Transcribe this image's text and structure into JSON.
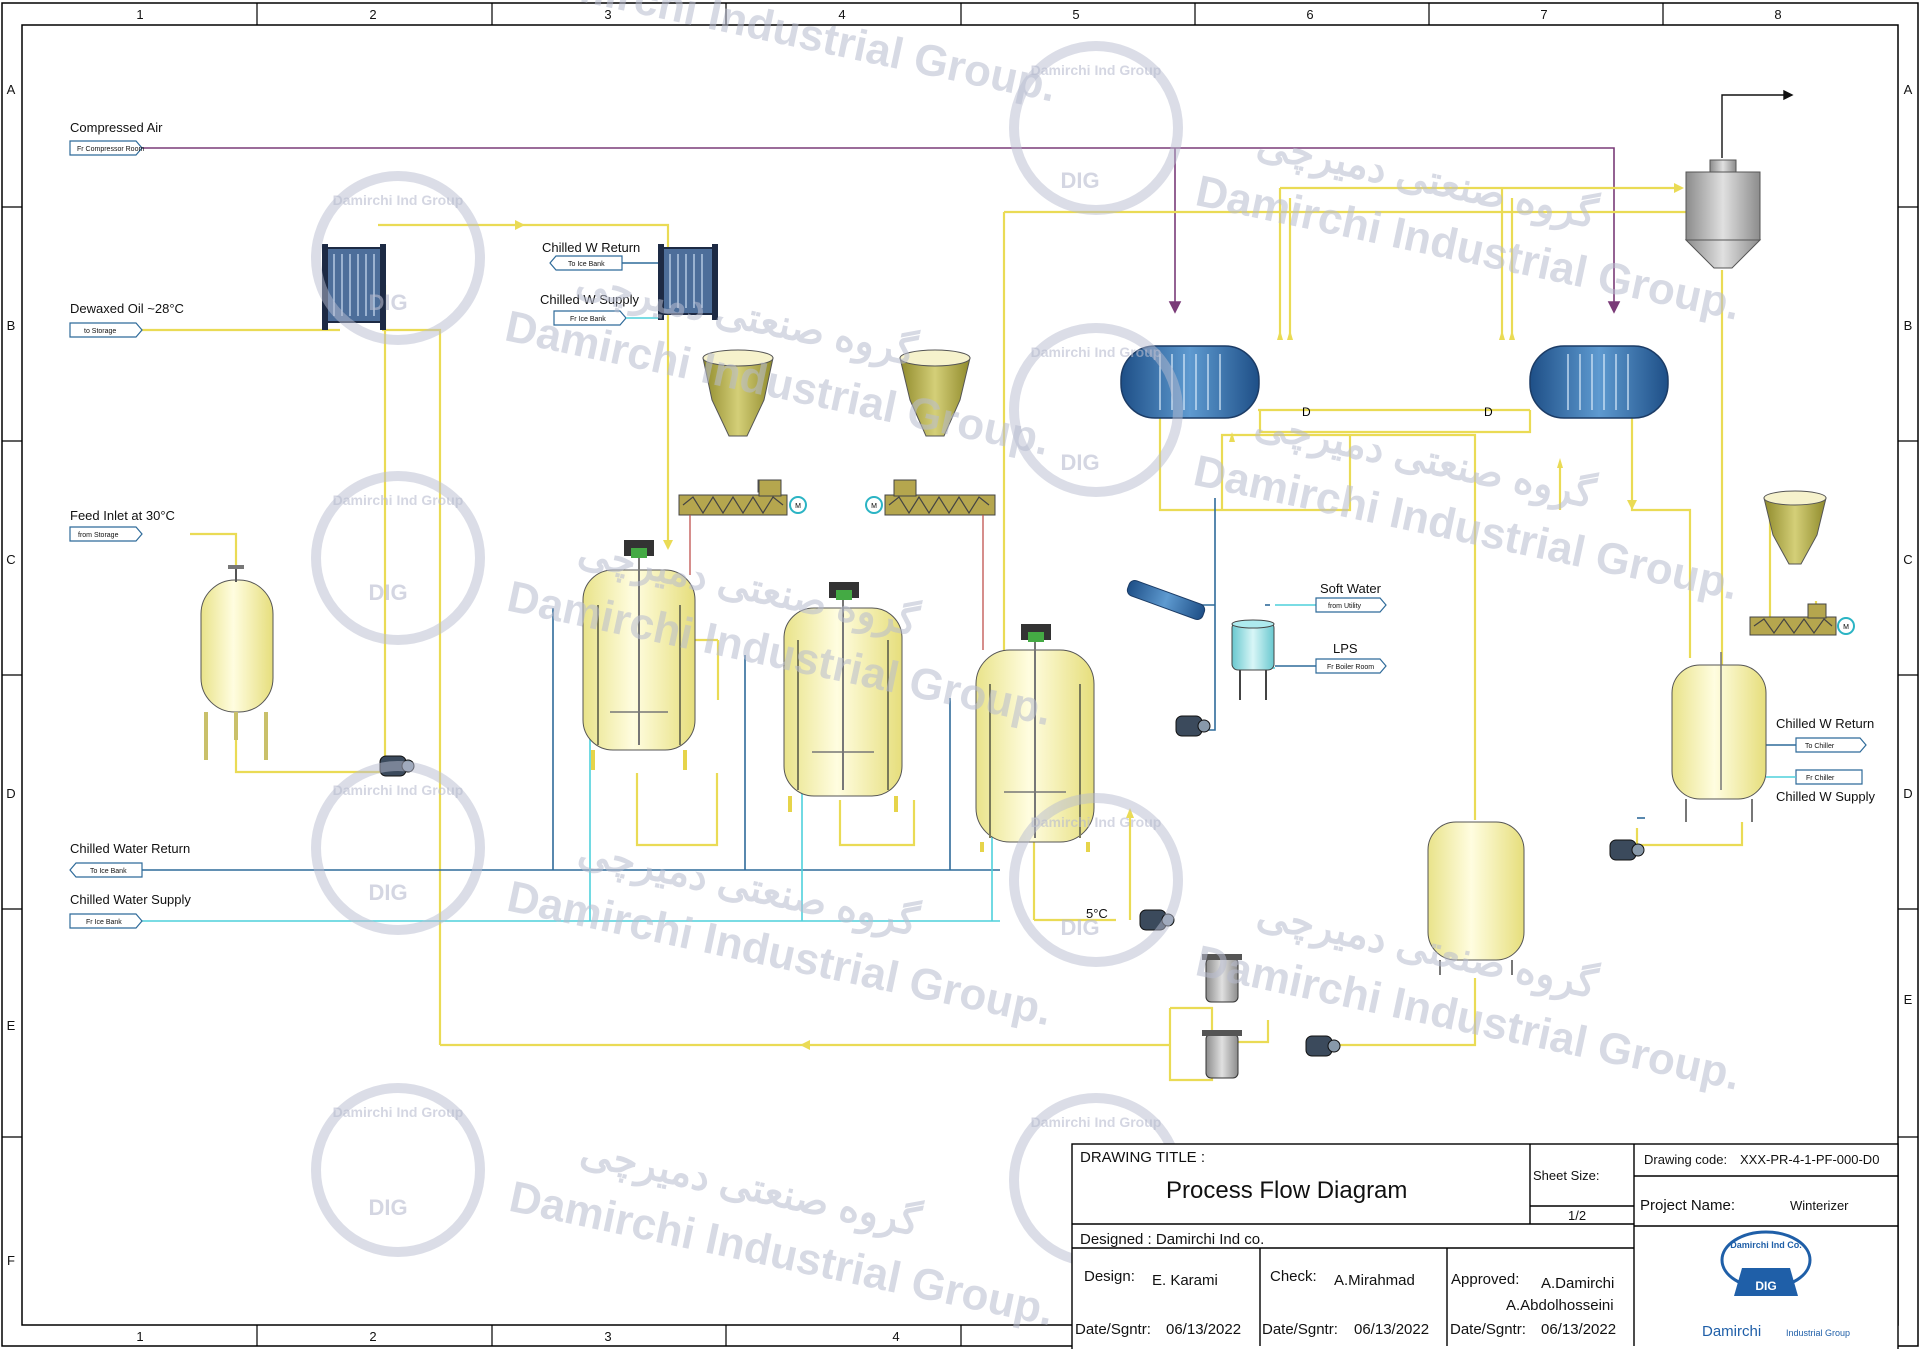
{
  "grid": {
    "columns": [
      "1",
      "2",
      "3",
      "4",
      "5",
      "6",
      "7",
      "8"
    ],
    "rows": [
      "A",
      "B",
      "C",
      "D",
      "E",
      "F"
    ]
  },
  "streams": {
    "compressed_air": {
      "label": "Compressed Air",
      "tag": "Fr Compressor Room"
    },
    "dewaxed_oil": {
      "label": "Dewaxed Oil ~28°C",
      "tag": "to Storage"
    },
    "feed_inlet": {
      "label": "Feed Inlet at 30°C",
      "tag": "from Storage"
    },
    "chilled_w_return_top": {
      "label": "Chilled W Return",
      "tag": "To Ice Bank"
    },
    "chilled_w_supply_top": {
      "label": "Chilled W Supply",
      "tag": "Fr Ice Bank"
    },
    "chilled_water_return": {
      "label": "Chilled Water Return",
      "tag": "To Ice Bank"
    },
    "chilled_water_supply": {
      "label": "Chilled Water Supply",
      "tag": "Fr Ice Bank"
    },
    "soft_water": {
      "label": "Soft Water",
      "tag": "from Utility"
    },
    "lps": {
      "label": "LPS",
      "tag": "Fr Boiler Room"
    },
    "chilled_w_return_right": {
      "label": "Chilled W Return",
      "tag": "To Chiller"
    },
    "chilled_w_supply_right": {
      "label": "Chilled W Supply",
      "tag": "Fr Chiller"
    },
    "temp_note": {
      "label": "5°C"
    }
  },
  "motor_symbol": "M",
  "valve_letter": "D",
  "watermark": {
    "english": "Damirchi Industrial Group.",
    "persian": "گروه صنعتی دمیرچی",
    "ring": "Damirchi Ind Group",
    "dig": "DIG"
  },
  "title_block": {
    "drawing_title_label": "DRAWING TITLE :",
    "drawing_title": "Process Flow Diagram",
    "sheet_size_label": "Sheet Size:",
    "sheet": "1/2",
    "drawing_code_label": "Drawing code:",
    "drawing_code": "XXX-PR-4-1-PF-000-D0",
    "project_name_label": "Project Name:",
    "project_name": "Winterizer",
    "designed": "Designed : Damirchi Ind co.",
    "design_label": "Design:",
    "design_name": "E. Karami",
    "check_label": "Check:",
    "check_name": "A.Mirahmad",
    "approved_label": "Approved:",
    "approved_name_1": "A.Damirchi",
    "approved_name_2": "A.Abdolhosseini",
    "date_label": "Date/Sgntr:",
    "date": "06/13/2022",
    "logo_name": "Damirchi",
    "logo_sub": "Industrial Group",
    "logo_badge": "Damirchi Ind Co.",
    "logo_dig": "DIG"
  },
  "colors": {
    "frame": "#000000",
    "air_line": "#7a3b78",
    "product_line": "#eadb55",
    "chilled_return": "#2f6b9a",
    "chilled_supply": "#4fd0dc",
    "equipment_fill": "#fbf8b0",
    "exchanger_blue": "#3c78b4",
    "hopper_olive": "#b5b04a",
    "watermark": "#b8bccf"
  }
}
